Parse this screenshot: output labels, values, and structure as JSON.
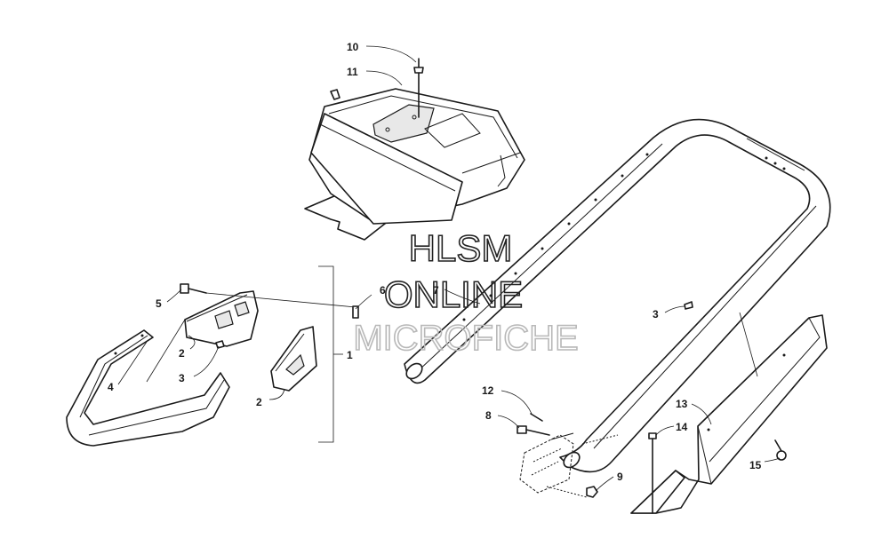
{
  "watermark": {
    "line1": "HLSM",
    "line2": "ONLINE",
    "line3": "MICROFICHE",
    "color_dark": "#222222",
    "color_light": "#b8b8b8"
  },
  "callouts": {
    "c1": "1",
    "c2a": "2",
    "c2b": "2",
    "c3a": "3",
    "c3b": "3",
    "c4": "4",
    "c5": "5",
    "c6": "6",
    "c7": "7",
    "c8": "8",
    "c9": "9",
    "c10": "10",
    "c11": "11",
    "c12": "12",
    "c13": "13",
    "c14": "14",
    "c15": "15"
  }
}
